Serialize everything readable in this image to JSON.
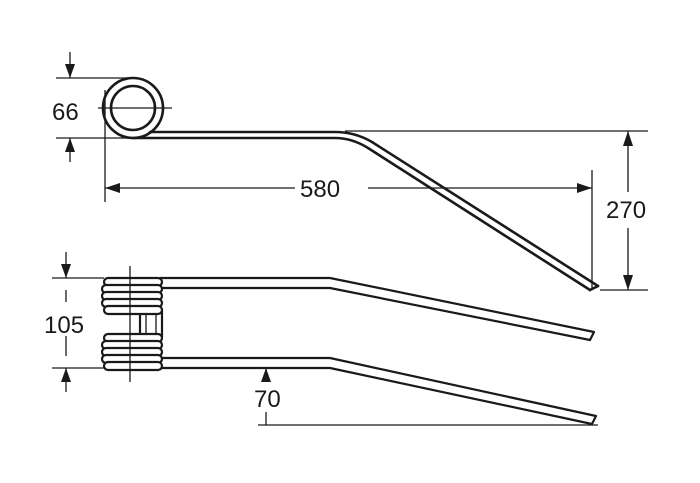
{
  "dimensions": {
    "coil_diameter": "66",
    "length": "580",
    "drop_height": "270",
    "coil_width": "105",
    "tine_offset": "70"
  },
  "colors": {
    "line": "#1a1a1a",
    "background": "#ffffff"
  }
}
